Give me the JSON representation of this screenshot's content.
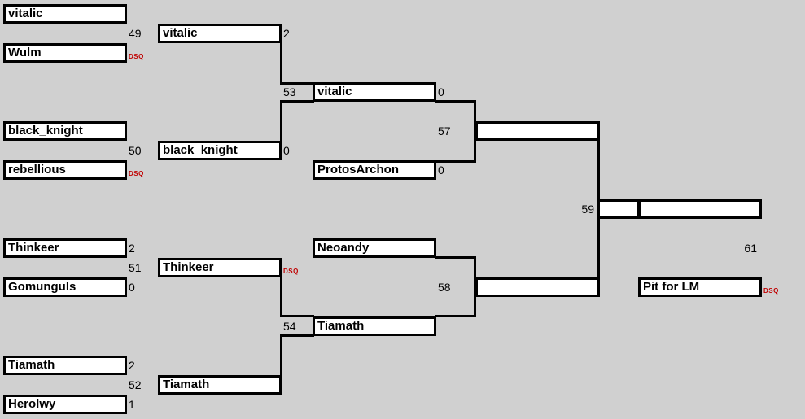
{
  "round1": [
    {
      "name": "vitalic"
    },
    {
      "name": "Wulm",
      "mark": "DSQ"
    },
    {
      "name": "black_knight"
    },
    {
      "name": "rebellious",
      "mark": "DSQ"
    },
    {
      "name": "Thinkeer",
      "score": "2"
    },
    {
      "name": "Gomunguls",
      "score": "0"
    },
    {
      "name": "Tiamath",
      "score": "2"
    },
    {
      "name": "Herolwy",
      "score": "1"
    }
  ],
  "round2": [
    {
      "match": "49",
      "name": "vitalic",
      "score": "2"
    },
    {
      "match": "50",
      "name": "black_knight",
      "score": "0"
    },
    {
      "match": "51",
      "name": "Thinkeer",
      "mark": "DSQ"
    },
    {
      "match": "52",
      "name": "Tiamath"
    }
  ],
  "round3": [
    {
      "match": "53",
      "name": "vitalic",
      "score": "0"
    },
    {
      "name": "ProtosArchon",
      "score": "0"
    },
    {
      "name": "Neoandy"
    },
    {
      "match": "54",
      "name": "Tiamath"
    }
  ],
  "round4": [
    {
      "match": "57",
      "name": ""
    },
    {
      "match": "58",
      "name": ""
    }
  ],
  "final": {
    "match": "59",
    "left": "",
    "right": ""
  },
  "side": {
    "match": "61",
    "name": "Pit for LM",
    "mark": "DSQ"
  }
}
